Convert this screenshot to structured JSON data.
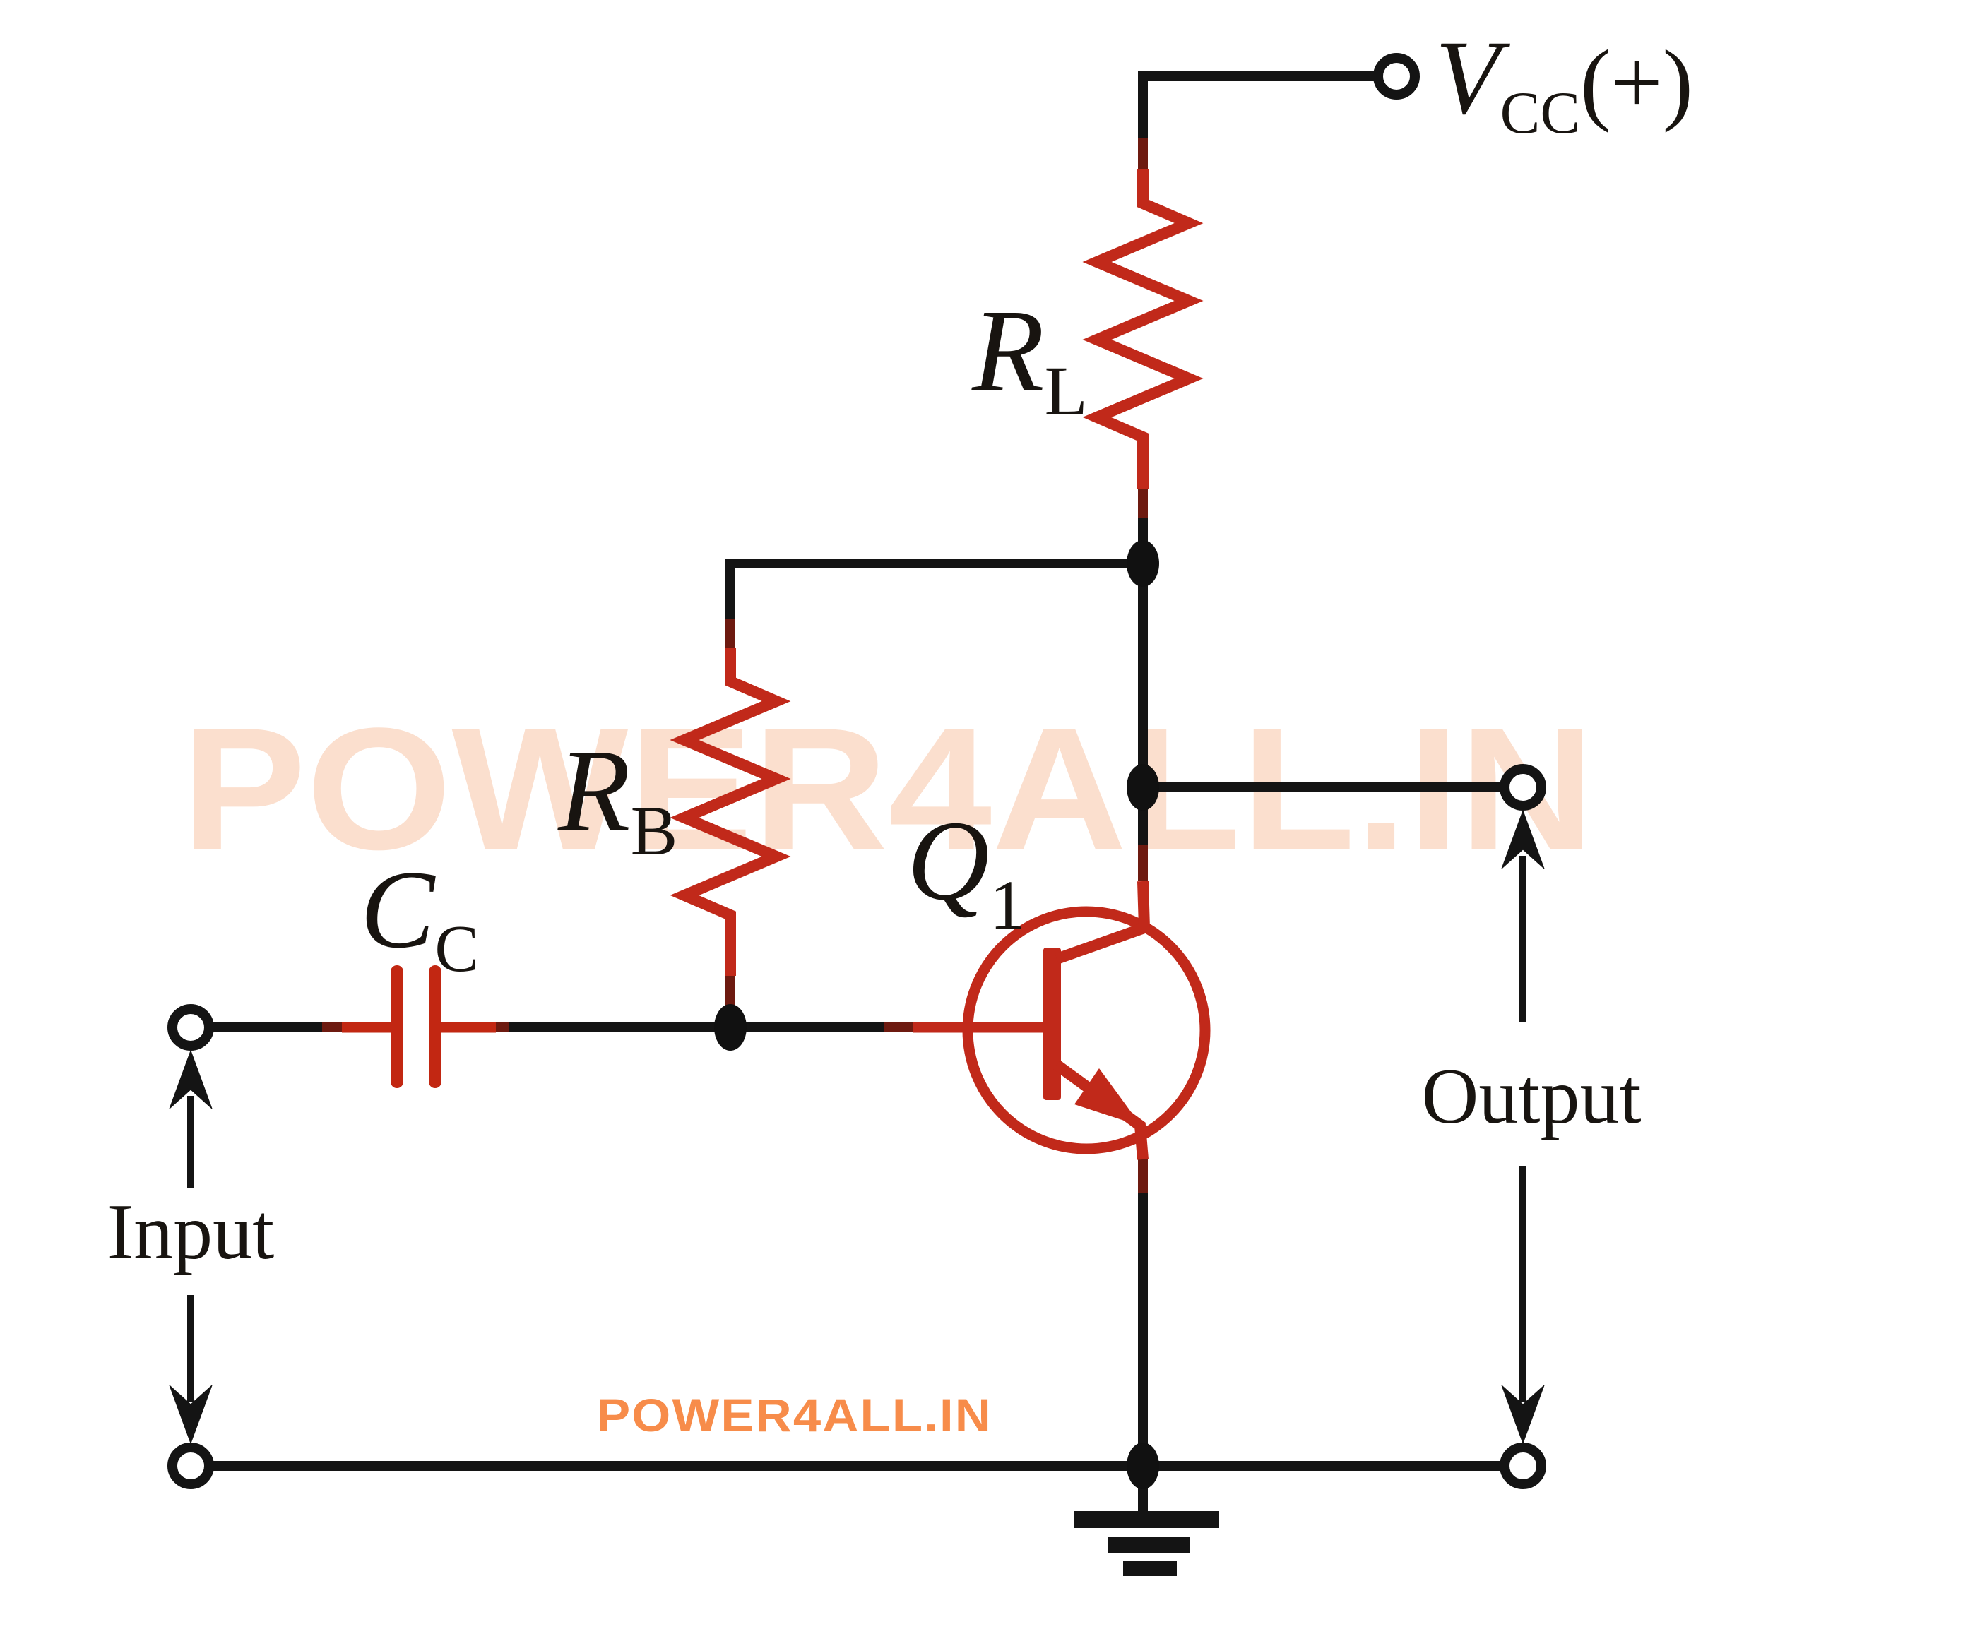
{
  "diagram": {
    "labels": {
      "vcc": {
        "main": "V",
        "sub": "CC",
        "suffix": "(+)"
      },
      "rl": {
        "main": "R",
        "sub": "L"
      },
      "rb": {
        "main": "R",
        "sub": "B"
      },
      "cc_cap": {
        "main": "C",
        "sub": "C"
      },
      "q1": {
        "main": "Q",
        "sub": "1"
      },
      "input": "Input",
      "output": "Output"
    },
    "watermark_text": "POWER4ALL.IN",
    "brand_text": "POWER4ALL.IN",
    "colors": {
      "wire_black": "#141414",
      "component_red": "#c1291a",
      "capacitor_red": "#c22712",
      "transition_maroon": "#6d1a10",
      "watermark_peach": "#fbdfce",
      "brand_orange": "#f78c4a",
      "background": "#ffffff"
    }
  }
}
